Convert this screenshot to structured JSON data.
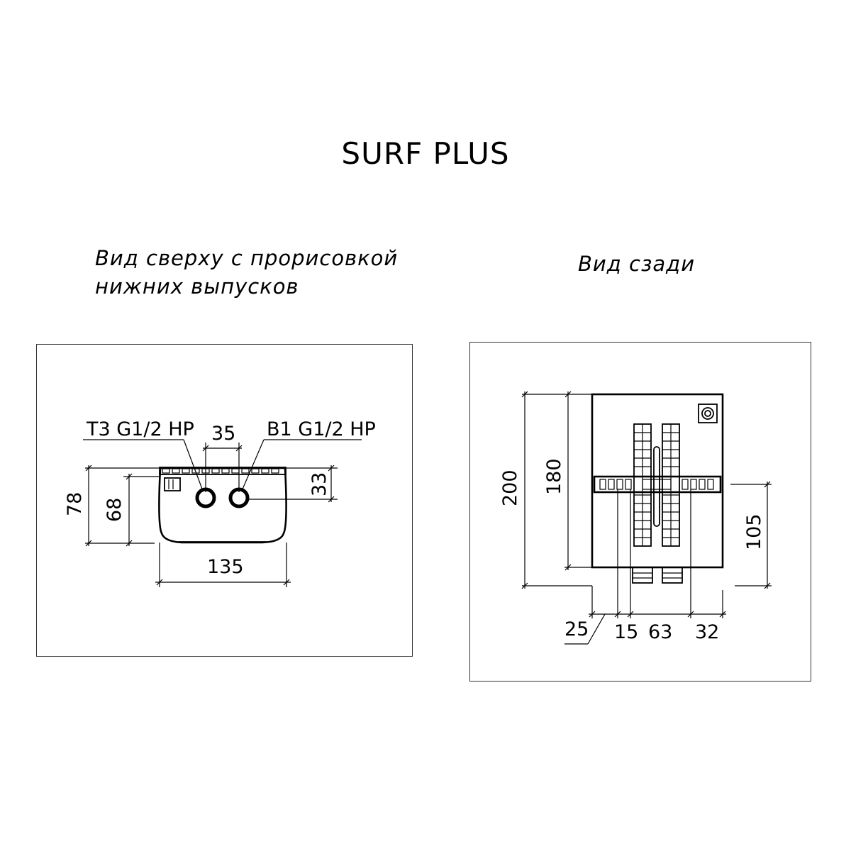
{
  "title": "SURF PLUS",
  "top_view": {
    "caption_line1": "Вид сверху с прорисовкой",
    "caption_line2": "нижних выпусков",
    "label_left": "Т3 G1/2 НР",
    "label_right": "В1 G1/2 НР",
    "dim_spacing": "35",
    "dim_offset": "33",
    "dim_total_height": "78",
    "dim_body_height": "68",
    "dim_width": "135"
  },
  "rear_view": {
    "caption": "Вид сзади",
    "dim_total_height": "200",
    "dim_body_height": "180",
    "dim_outlet_height": "105",
    "dim_left_offset": "25",
    "dim_outlet_offset": "15",
    "dim_outlet_spacing": "63",
    "dim_right_offset": "32"
  }
}
